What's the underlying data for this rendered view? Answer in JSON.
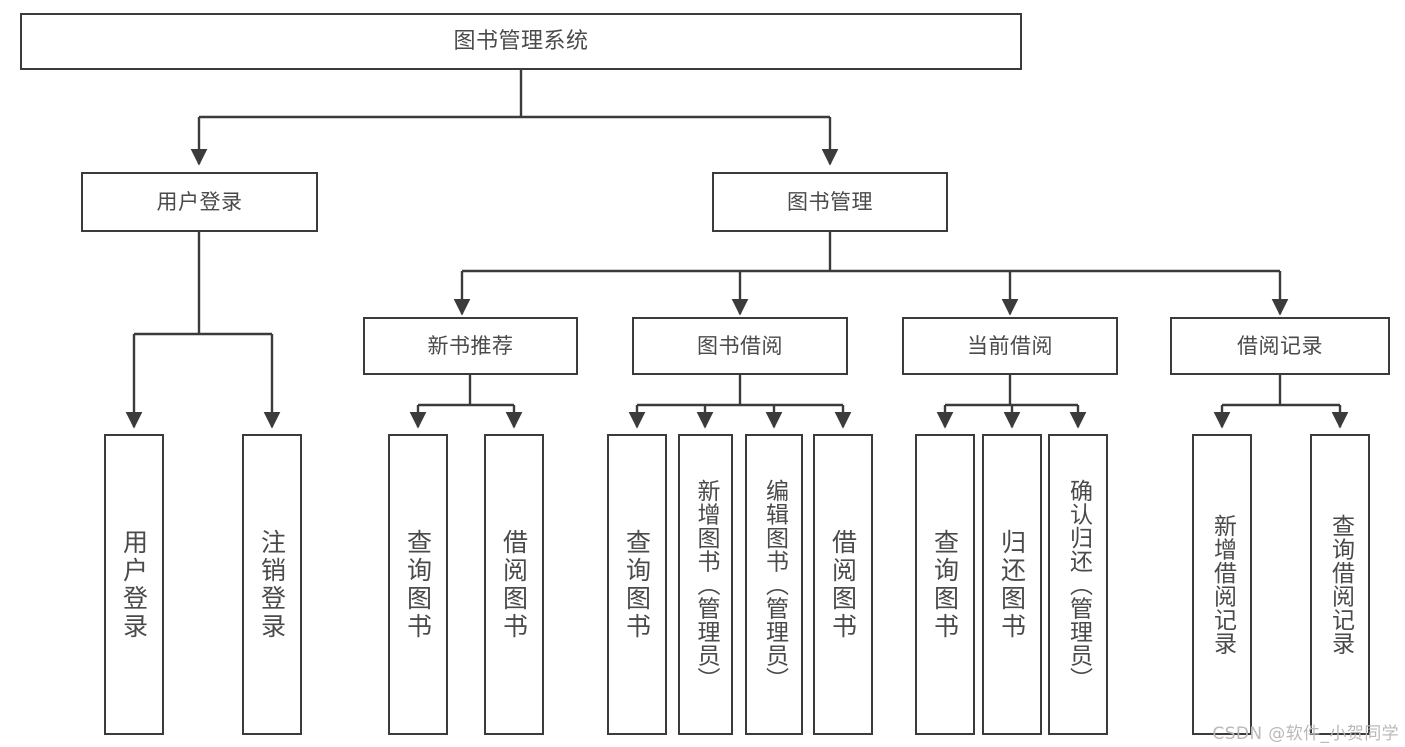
{
  "diagram": {
    "title": "图书管理系统",
    "watermark": "CSDN @软件_小贺同学",
    "line_color": "#3b3b3b",
    "text_color": "#4a4a4a",
    "background": "#ffffff",
    "levels": {
      "root": {
        "label": "图书管理系统"
      },
      "level2": [
        {
          "label": "用户登录"
        },
        {
          "label": "图书管理"
        }
      ],
      "level3": [
        {
          "label": "新书推荐"
        },
        {
          "label": "图书借阅"
        },
        {
          "label": "当前借阅"
        },
        {
          "label": "借阅记录"
        }
      ],
      "leaves": {
        "user_login": [
          {
            "label": "用户登录"
          },
          {
            "label": "注销登录"
          }
        ],
        "new_book_recommend": [
          {
            "label": "查询图书"
          },
          {
            "label": "借阅图书"
          }
        ],
        "book_borrow": [
          {
            "label": "查询图书"
          },
          {
            "label": "新增图书（管理员）"
          },
          {
            "label": "编辑图书（管理员）"
          },
          {
            "label": "借阅图书"
          }
        ],
        "current_borrow": [
          {
            "label": "查询图书"
          },
          {
            "label": "归还图书"
          },
          {
            "label": "确认归还（管理员）"
          }
        ],
        "borrow_records": [
          {
            "label": "新增借阅记录"
          },
          {
            "label": "查询借阅记录"
          }
        ]
      }
    }
  }
}
